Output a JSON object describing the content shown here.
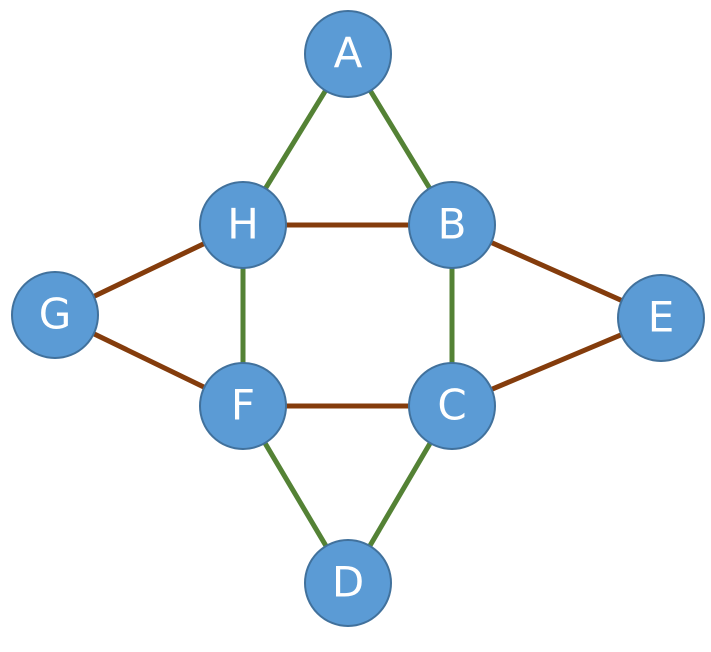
{
  "colors": {
    "background": "#ffffff",
    "node_fill": "#5b9bd5",
    "node_stroke": "#41719c",
    "label": "#ffffff",
    "edge_green": "#548235",
    "edge_brown": "#843c0c"
  },
  "graph": {
    "nodes": [
      {
        "id": "A",
        "label": "A"
      },
      {
        "id": "B",
        "label": "B"
      },
      {
        "id": "C",
        "label": "C"
      },
      {
        "id": "D",
        "label": "D"
      },
      {
        "id": "E",
        "label": "E"
      },
      {
        "id": "F",
        "label": "F"
      },
      {
        "id": "G",
        "label": "G"
      },
      {
        "id": "H",
        "label": "H"
      }
    ],
    "edges": [
      {
        "from": "A",
        "to": "H",
        "color": "green"
      },
      {
        "from": "A",
        "to": "B",
        "color": "green"
      },
      {
        "from": "H",
        "to": "B",
        "color": "brown"
      },
      {
        "from": "H",
        "to": "G",
        "color": "brown"
      },
      {
        "from": "H",
        "to": "F",
        "color": "green"
      },
      {
        "from": "B",
        "to": "C",
        "color": "green"
      },
      {
        "from": "B",
        "to": "E",
        "color": "brown"
      },
      {
        "from": "G",
        "to": "F",
        "color": "brown"
      },
      {
        "from": "F",
        "to": "C",
        "color": "brown"
      },
      {
        "from": "C",
        "to": "E",
        "color": "brown"
      },
      {
        "from": "F",
        "to": "D",
        "color": "green"
      },
      {
        "from": "C",
        "to": "D",
        "color": "green"
      }
    ]
  }
}
